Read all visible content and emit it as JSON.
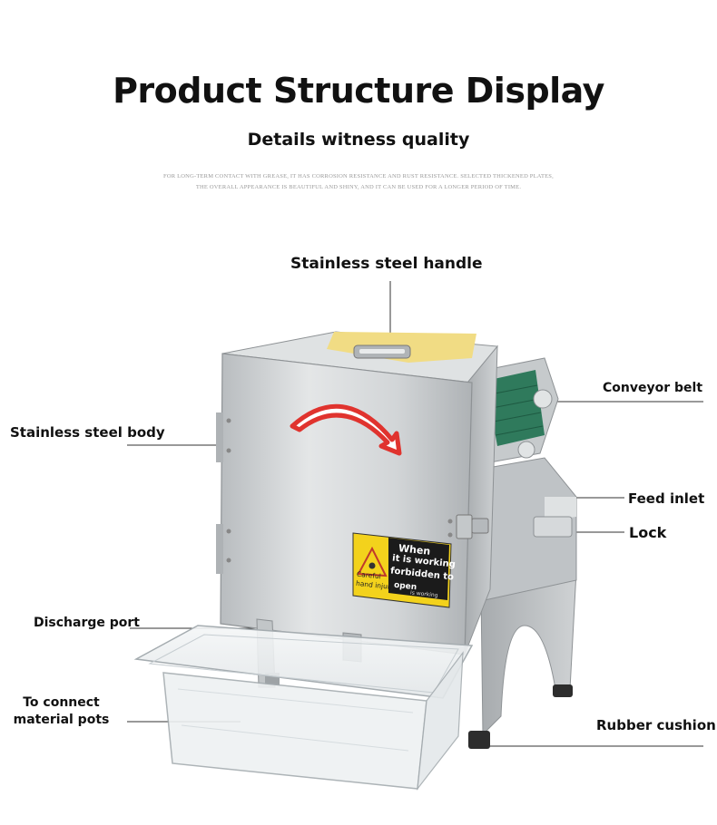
{
  "header": {
    "title": "Product Structure Display",
    "subtitle": "Details witness quality",
    "fine_print_line1": "FOR LONG-TERM CONTACT WITH GREASE, IT HAS CORROSION RESISTANCE AND RUST RESISTANCE. SELECTED THICKENED PLATES,",
    "fine_print_line2": "THE OVERALL APPEARANCE IS BEAUTIFUL AND SHINY, AND IT CAN BE USED FOR A LONGER PERIOD OF TIME."
  },
  "labels": {
    "handle": "Stainless steel handle",
    "conveyor": "Conveyor belt",
    "body": "Stainless steel body",
    "feed_inlet": "Feed inlet",
    "lock": "Lock",
    "discharge": "Discharge port",
    "pots_line1": "To connect",
    "pots_line2": "material pots",
    "rubber": "Rubber cushion"
  },
  "warning_sticker": {
    "line1": "When",
    "line2": "it is working",
    "line3": "forbidden to",
    "line4": "open",
    "small1": "Careful",
    "small2": "hand injury",
    "small3": "is working"
  },
  "colors": {
    "steel": "#c9ccce",
    "steel_dark": "#9ea3a6",
    "arrow": "#e0332e",
    "belt": "#2f7a5c",
    "sticker": "#f3d21c"
  }
}
